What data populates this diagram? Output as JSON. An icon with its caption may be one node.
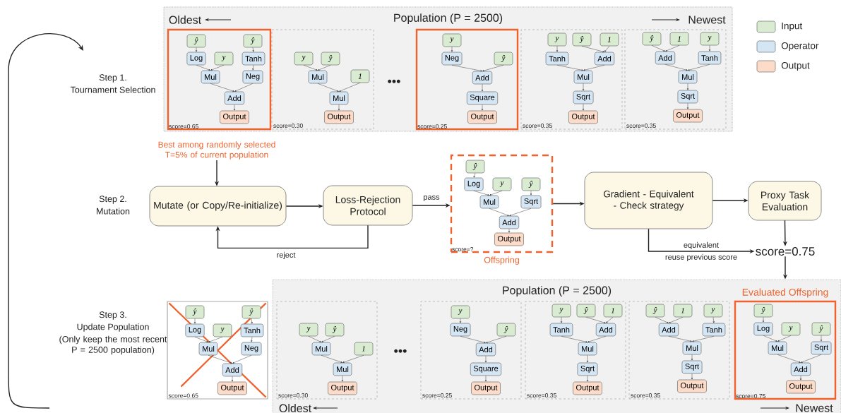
{
  "diagram": {
    "nodes": [
      {
        "text": [
          "Population (P = 2500)"
        ]
      },
      {
        "text": [
          "score=0.65"
        ],
        "in": 0
      },
      {
        "text": [
          "ŷ"
        ],
        "in": 1
      },
      {
        "text": [
          "ŷ"
        ],
        "in": 1
      },
      {
        "text": [
          "Log"
        ],
        "in": 1
      },
      {
        "text": [
          "y"
        ],
        "in": 1
      },
      {
        "text": [
          "Tanh"
        ],
        "in": 1
      },
      {
        "text": [
          "Mul"
        ],
        "in": 1
      },
      {
        "text": [
          "Neg"
        ],
        "in": 1
      },
      {
        "text": [
          "Add"
        ],
        "in": 1
      },
      {
        "text": [
          "Output"
        ],
        "in": 1
      },
      {
        "text": [
          "score=0.30"
        ],
        "in": 0
      },
      {
        "text": [
          "y"
        ],
        "in": 11
      },
      {
        "text": [
          "ŷ"
        ],
        "in": 11
      },
      {
        "text": [
          "Mul"
        ],
        "in": 11
      },
      {
        "text": [
          "1"
        ],
        "in": 11
      },
      {
        "text": [
          "Mul"
        ],
        "in": 11
      },
      {
        "text": [
          "Output"
        ],
        "in": 11
      },
      {
        "text": [
          "score=0.25"
        ],
        "in": 0
      },
      {
        "text": [
          "y"
        ],
        "in": 18
      },
      {
        "text": [
          "Neg"
        ],
        "in": 18
      },
      {
        "text": [
          "ŷ"
        ],
        "in": 18
      },
      {
        "text": [
          "Add"
        ],
        "in": 18
      },
      {
        "text": [
          "Square"
        ],
        "in": 18
      },
      {
        "text": [
          "Output"
        ],
        "in": 18
      },
      {
        "text": [
          "score=0.35"
        ],
        "in": 0
      },
      {
        "text": [
          "y"
        ],
        "in": 25
      },
      {
        "text": [
          "ŷ"
        ],
        "in": 25
      },
      {
        "text": [
          "1"
        ],
        "in": 25
      },
      {
        "text": [
          "Tanh"
        ],
        "in": 25
      },
      {
        "text": [
          "Add"
        ],
        "in": 25
      },
      {
        "text": [
          "Mul"
        ],
        "in": 25
      },
      {
        "text": [
          "Sqrt"
        ],
        "in": 25
      },
      {
        "text": [
          "Output"
        ],
        "in": 25
      },
      {
        "text": [
          "score=0.35"
        ],
        "in": 0
      },
      {
        "text": [
          "ŷ"
        ],
        "in": 34
      },
      {
        "text": [
          "1"
        ],
        "in": 34
      },
      {
        "text": [
          "y"
        ],
        "in": 34
      },
      {
        "text": [
          "Add"
        ],
        "in": 34
      },
      {
        "text": [
          "Tanh"
        ],
        "in": 34
      },
      {
        "text": [
          "Mul"
        ],
        "in": 34
      },
      {
        "text": [
          "Sqrt"
        ],
        "in": 34
      },
      {
        "text": [
          "Output"
        ],
        "in": 34
      },
      {
        "text": [
          "Mutate (or Copy/Re-initialize)"
        ]
      },
      {
        "text": [
          "Loss-Rejection Protocol"
        ]
      },
      {
        "text": [
          "score=?"
        ],
        "beside": [
          "Offspring"
        ]
      },
      {
        "text": [
          "ŷ"
        ],
        "in": 45
      },
      {
        "text": [
          "Log"
        ],
        "in": 45
      },
      {
        "text": [
          "y"
        ],
        "in": 45
      },
      {
        "text": [
          "ŷ"
        ],
        "in": 45
      },
      {
        "text": [
          "Mul"
        ],
        "in": 45
      },
      {
        "text": [
          "Sqrt"
        ],
        "in": 45
      },
      {
        "text": [
          "Add"
        ],
        "in": 45
      },
      {
        "text": [
          "Output"
        ],
        "in": 45
      },
      {
        "text": [
          "Gradient - Equivalent - Check strategy"
        ]
      },
      {
        "text": [
          "Proxy Task Evaluation"
        ]
      },
      {
        "text": [
          "score=0.75"
        ]
      },
      {
        "text": [
          "Best among randomly selected T=5% of current population"
        ]
      },
      {
        "text": [
          "score=0.65"
        ]
      },
      {
        "text": [
          "ŷ"
        ],
        "in": 58
      },
      {
        "text": [
          "ŷ"
        ],
        "in": 58
      },
      {
        "text": [
          "Log"
        ],
        "in": 58
      },
      {
        "text": [
          "y"
        ],
        "in": 58
      },
      {
        "text": [
          "Tanh"
        ],
        "in": 58
      },
      {
        "text": [
          "Mul"
        ],
        "in": 58
      },
      {
        "text": [
          "Neg"
        ],
        "in": 58
      },
      {
        "text": [
          "Add"
        ],
        "in": 58
      },
      {
        "text": [
          "Output"
        ],
        "in": 58
      },
      {
        "text": [
          "Population (P = 2500)"
        ]
      },
      {
        "text": [
          "score=0.30"
        ],
        "in": 68
      },
      {
        "text": [
          "y"
        ],
        "in": 69
      },
      {
        "text": [
          "ŷ"
        ],
        "in": 69
      },
      {
        "text": [
          "Mul"
        ],
        "in": 69
      },
      {
        "text": [
          "1"
        ],
        "in": 69
      },
      {
        "text": [
          "Mul"
        ],
        "in": 69
      },
      {
        "text": [
          "Output"
        ],
        "in": 69
      },
      {
        "text": [
          "score=0.25"
        ],
        "in": 68
      },
      {
        "text": [
          "y"
        ],
        "in": 76
      },
      {
        "text": [
          "Neg"
        ],
        "in": 76
      },
      {
        "text": [
          "ŷ"
        ],
        "in": 76
      },
      {
        "text": [
          "Add"
        ],
        "in": 76
      },
      {
        "text": [
          "Square"
        ],
        "in": 76
      },
      {
        "text": [
          "Output"
        ],
        "in": 76
      },
      {
        "text": [
          "score=0.35"
        ],
        "in": 68
      },
      {
        "text": [
          "y"
        ],
        "in": 83
      },
      {
        "text": [
          "ŷ"
        ],
        "in": 83
      },
      {
        "text": [
          "1"
        ],
        "in": 83
      },
      {
        "text": [
          "Tanh"
        ],
        "in": 83
      },
      {
        "text": [
          "Add"
        ],
        "in": 83
      },
      {
        "text": [
          "Mul"
        ],
        "in": 83
      },
      {
        "text": [
          "Sqrt"
        ],
        "in": 83
      },
      {
        "text": [
          "Output"
        ],
        "in": 83
      },
      {
        "text": [
          "score=0.35"
        ],
        "in": 68
      },
      {
        "text": [
          "ŷ"
        ],
        "in": 92
      },
      {
        "text": [
          "1"
        ],
        "in": 92
      },
      {
        "text": [
          "y"
        ],
        "in": 92
      },
      {
        "text": [
          "Add"
        ],
        "in": 92
      },
      {
        "text": [
          "Tanh"
        ],
        "in": 92
      },
      {
        "text": [
          "Mul"
        ],
        "in": 92
      },
      {
        "text": [
          "Sqrt"
        ],
        "in": 92
      },
      {
        "text": [
          "Output"
        ],
        "in": 92
      },
      {
        "text": [
          "Evaluated Offspring",
          "score=0.75"
        ],
        "in": 68
      },
      {
        "text": [
          "ŷ"
        ],
        "in": 101
      },
      {
        "text": [
          "Log"
        ],
        "in": 101
      },
      {
        "text": [
          "y"
        ],
        "in": 101
      },
      {
        "text": [
          "ŷ"
        ],
        "in": 101
      },
      {
        "text": [
          "Mul"
        ],
        "in": 101
      },
      {
        "text": [
          "Sqrt"
        ],
        "in": 101
      },
      {
        "text": [
          "Add"
        ],
        "in": 101
      },
      {
        "text": [
          "Output"
        ],
        "in": 101
      }
    ],
    "edges": [
      {
        "from": 2,
        "to": 4,
        "arrow": "to"
      },
      {
        "from": 3,
        "to": 6,
        "arrow": "to"
      },
      {
        "from": 4,
        "to": 7,
        "arrow": "to"
      },
      {
        "from": 5,
        "to": 7,
        "arrow": "to"
      },
      {
        "from": 6,
        "to": 8,
        "arrow": "to"
      },
      {
        "from": 7,
        "to": 9,
        "arrow": "to"
      },
      {
        "from": 8,
        "to": 9,
        "arrow": "to"
      },
      {
        "from": 9,
        "to": 10,
        "arrow": "to"
      },
      {
        "from": 12,
        "to": 14,
        "arrow": "to"
      },
      {
        "from": 13,
        "to": 14,
        "arrow": "to"
      },
      {
        "from": 14,
        "to": 16,
        "arrow": "to"
      },
      {
        "from": 15,
        "to": 16,
        "arrow": "to"
      },
      {
        "from": 16,
        "to": 17,
        "arrow": "to"
      },
      {
        "from": 19,
        "to": 20,
        "arrow": "to"
      },
      {
        "from": 20,
        "to": 22,
        "arrow": "to"
      },
      {
        "from": 21,
        "to": 22,
        "arrow": "to"
      },
      {
        "from": 22,
        "to": 23,
        "arrow": "to"
      },
      {
        "from": 23,
        "to": 24,
        "arrow": "to"
      },
      {
        "from": 26,
        "to": 29,
        "arrow": "to"
      },
      {
        "from": 27,
        "to": 30,
        "arrow": "to"
      },
      {
        "from": 28,
        "to": 30,
        "arrow": "to"
      },
      {
        "from": 29,
        "to": 31,
        "arrow": "to"
      },
      {
        "from": 30,
        "to": 31,
        "arrow": "to"
      },
      {
        "from": 31,
        "to": 32,
        "arrow": "to"
      },
      {
        "from": 32,
        "to": 33,
        "arrow": "to"
      },
      {
        "from": 35,
        "to": 38,
        "arrow": "to"
      },
      {
        "from": 36,
        "to": 38,
        "arrow": "to"
      },
      {
        "from": 37,
        "to": 39,
        "arrow": "to"
      },
      {
        "from": 38,
        "to": 40,
        "arrow": "to"
      },
      {
        "from": 39,
        "to": 40,
        "arrow": "to"
      },
      {
        "from": 40,
        "to": 41,
        "arrow": "to"
      },
      {
        "from": 41,
        "to": 42,
        "arrow": "to"
      },
      {
        "from": 46,
        "to": 47,
        "arrow": "to"
      },
      {
        "from": 47,
        "to": 50,
        "arrow": "to"
      },
      {
        "from": 48,
        "to": 50,
        "arrow": "to"
      },
      {
        "from": 49,
        "to": 51,
        "arrow": "to"
      },
      {
        "from": 50,
        "to": 52,
        "arrow": "to"
      },
      {
        "from": 51,
        "to": 52,
        "arrow": "to"
      },
      {
        "from": 52,
        "to": 53,
        "arrow": "to"
      },
      {
        "from": 57,
        "to": 43,
        "arrow": "to"
      },
      {
        "from": 43,
        "to": 44,
        "arrow": "to"
      },
      {
        "from": 44,
        "to": 45,
        "arrow": "to",
        "label": "pass"
      },
      {
        "from": 44,
        "to": 43,
        "arrow": "to",
        "label": "reject"
      },
      {
        "from": 45,
        "to": 54,
        "arrow": "to"
      },
      {
        "from": 54,
        "to": 55,
        "arrow": "to"
      },
      {
        "from": 55,
        "to": 56,
        "arrow": "to"
      },
      {
        "from": 54,
        "to": 56,
        "arrow": "to",
        "label": "equivalent"
      },
      {
        "from": 56,
        "to": 68,
        "arrow": "to"
      },
      {
        "from": 59,
        "to": 61,
        "arrow": "to"
      },
      {
        "from": 60,
        "to": 63,
        "arrow": "to"
      },
      {
        "from": 61,
        "to": 64,
        "arrow": "to"
      },
      {
        "from": 62,
        "to": 64,
        "arrow": "to"
      },
      {
        "from": 63,
        "to": 65,
        "arrow": "to"
      },
      {
        "from": 64,
        "to": 66,
        "arrow": "to"
      },
      {
        "from": 65,
        "to": 66,
        "arrow": "to"
      },
      {
        "from": 66,
        "to": 67,
        "arrow": "to"
      },
      {
        "from": 70,
        "to": 72,
        "arrow": "to"
      },
      {
        "from": 71,
        "to": 72,
        "arrow": "to"
      },
      {
        "from": 72,
        "to": 74,
        "arrow": "to"
      },
      {
        "from": 73,
        "to": 74,
        "arrow": "to"
      },
      {
        "from": 74,
        "to": 75,
        "arrow": "to"
      },
      {
        "from": 77,
        "to": 78,
        "arrow": "to"
      },
      {
        "from": 78,
        "to": 80,
        "arrow": "to"
      },
      {
        "from": 79,
        "to": 80,
        "arrow": "to"
      },
      {
        "from": 80,
        "to": 81,
        "arrow": "to"
      },
      {
        "from": 81,
        "to": 82,
        "arrow": "to"
      },
      {
        "from": 84,
        "to": 87,
        "arrow": "to"
      },
      {
        "from": 85,
        "to": 88,
        "arrow": "to"
      },
      {
        "from": 86,
        "to": 88,
        "arrow": "to"
      },
      {
        "from": 87,
        "to": 89,
        "arrow": "to"
      },
      {
        "from": 88,
        "to": 89,
        "arrow": "to"
      },
      {
        "from": 89,
        "to": 90,
        "arrow": "to"
      },
      {
        "from": 90,
        "to": 91,
        "arrow": "to"
      },
      {
        "from": 93,
        "to": 96,
        "arrow": "to"
      },
      {
        "from": 94,
        "to": 96,
        "arrow": "to"
      },
      {
        "from": 95,
        "to": 97,
        "arrow": "to"
      },
      {
        "from": 96,
        "to": 98,
        "arrow": "to"
      },
      {
        "from": 97,
        "to": 98,
        "arrow": "to"
      },
      {
        "from": 98,
        "to": 99,
        "arrow": "to"
      },
      {
        "from": 99,
        "to": 100,
        "arrow": "to"
      },
      {
        "from": 102,
        "to": 103,
        "arrow": "to"
      },
      {
        "from": 103,
        "to": 106,
        "arrow": "to"
      },
      {
        "from": 104,
        "to": 106,
        "arrow": "to"
      },
      {
        "from": 105,
        "to": 107,
        "arrow": "to"
      },
      {
        "from": 106,
        "to": 108,
        "arrow": "to"
      },
      {
        "from": 107,
        "to": 108,
        "arrow": "to"
      },
      {
        "from": 108,
        "to": 109,
        "arrow": "to"
      }
    ],
    "labels": [
      "Oldest",
      "Newest",
      "•••",
      "Step 1.",
      "Tournament Selection",
      "Step 2.",
      "Mutation",
      "reuse previous score",
      "Step 3.",
      "Update Population",
      "(Only keep the most recent P = 2500 population)",
      "•••",
      "Oldest",
      "Newest"
    ],
    "legend": [
      {
        "text": "Input",
        "color": "#d9ecd2"
      },
      {
        "text": "Operator",
        "color": "#d4e5f4"
      },
      {
        "text": "Output",
        "color": "#fcdcc9"
      }
    ]
  }
}
